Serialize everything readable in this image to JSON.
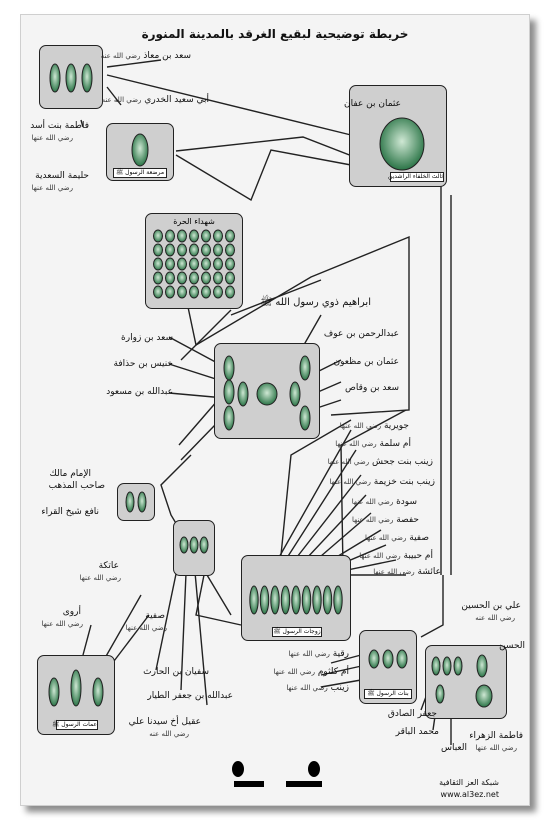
{
  "title": "خريطة توضيحية لبقيع الغرقد بالمدينة المنورة",
  "blessing": "رضي الله عنها",
  "blessing_m": "رضي الله عنه",
  "prophet_glyph": "ﷺ",
  "boxes": {
    "halima_box_label": "مرضعة الرسول ﷺ",
    "uthman_box_label": "ثالث الخلفاء الراشدين",
    "uhud_label": "شهداء الحرة",
    "wives_label": "زوجات الرسول ﷺ",
    "daughters_label": "بنات الرسول ﷺ",
    "aunts_label": "عمات الرسول ﷺ"
  },
  "names": {
    "saad_muadh": "سعد بن معاذ",
    "abu_said": "أبي سعيد الخدري",
    "fatima_asad": "فاطمة بنت أسد",
    "halima": "حليمة السعدية",
    "uthman": "عثمان بن عفان",
    "ibrahim": "ابراهيم ذوي رسول الله",
    "saad_zurara": "سعد بن زوارة",
    "khunais": "خنيس بن حذافة",
    "ibn_masud": "عبدالله بن مسعود",
    "abdulrahman": "عبدالرحمن بن عوف",
    "uthman_madhun": "عثمان بن مظعون",
    "saad_waqqas": "سعد بن وقاص",
    "malik": "الإمام مالك",
    "malik2": "صاحب المذهب",
    "nafi": "نافع شيخ القراء",
    "juwayriya": "جويرية",
    "umm_salama": "أم سلمة",
    "zaynab_jahsh": "زينب بنت جحش",
    "zaynab_khuzayma": "زينب بنت خزيمة",
    "sawda": "سودة",
    "hafsa": "حفصة",
    "safiyya_w": "صفية",
    "umm_habiba": "أم حبيبة",
    "aisha": "عائشة",
    "atika": "عاتكة",
    "arwa": "أروى",
    "safiyya": "صفية",
    "sufyan": "سفيان بن الحارث",
    "abdullah_jafar": "عبدالله بن جعفر الطيار",
    "aqil": "عقيل أخ سيدنا علي",
    "ruqayya": "رقية",
    "umm_kulthum": "أم كلثوم",
    "zaynab": "زينب",
    "ali_husayn": "علي بن الحسين",
    "hasan": "الحسن",
    "jafar_sadiq": "جعفر الصادق",
    "muhammad_baqir": "محمد الباقر",
    "abbas": "العباس",
    "fatima_zahra": "فاطمة الزهراء"
  },
  "footer": {
    "network": "شبكة العز الثقافية",
    "site": "www.al3ez.net"
  }
}
